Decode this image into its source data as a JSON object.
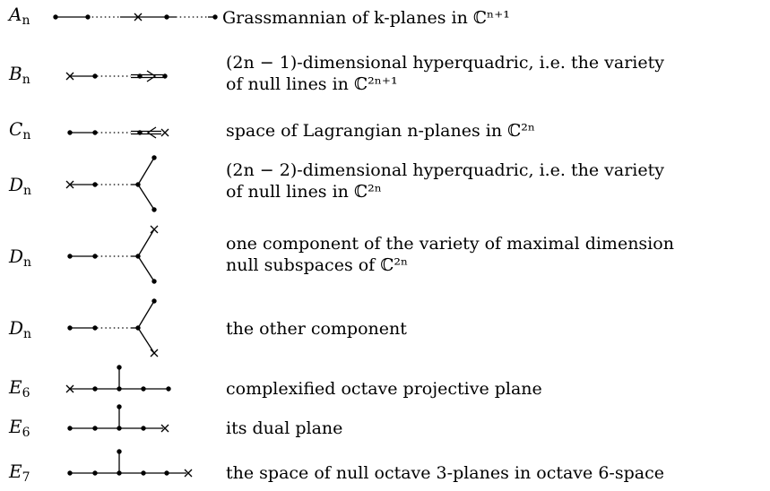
{
  "rows": [
    {
      "letter": "A",
      "sub": "n",
      "description": [
        "Grassmannian of k-planes in ℂⁿ⁺¹"
      ]
    },
    {
      "letter": "B",
      "sub": "n",
      "description": [
        "(2n − 1)-dimensional hyperquadric, i.e. the variety",
        "of null lines in ℂ²ⁿ⁺¹"
      ]
    },
    {
      "letter": "C",
      "sub": "n",
      "description": [
        "space of Lagrangian n-planes in ℂ²ⁿ"
      ]
    },
    {
      "letter": "D",
      "sub": "n",
      "description": [
        "(2n − 2)-dimensional hyperquadric, i.e. the variety",
        "of null lines in ℂ²ⁿ"
      ]
    },
    {
      "letter": "D",
      "sub": "n",
      "description": [
        "one component of the variety of maximal dimension",
        "null subspaces of ℂ²ⁿ"
      ]
    },
    {
      "letter": "D",
      "sub": "n",
      "description": [
        "the other component"
      ]
    },
    {
      "letter": "E",
      "sub": "6",
      "description": [
        "complexified octave projective plane"
      ]
    },
    {
      "letter": "E",
      "sub": "6",
      "description": [
        "its dual plane"
      ]
    },
    {
      "letter": "E",
      "sub": "7",
      "description": [
        "the space of null octave 3-planes in octave 6-space"
      ]
    }
  ]
}
